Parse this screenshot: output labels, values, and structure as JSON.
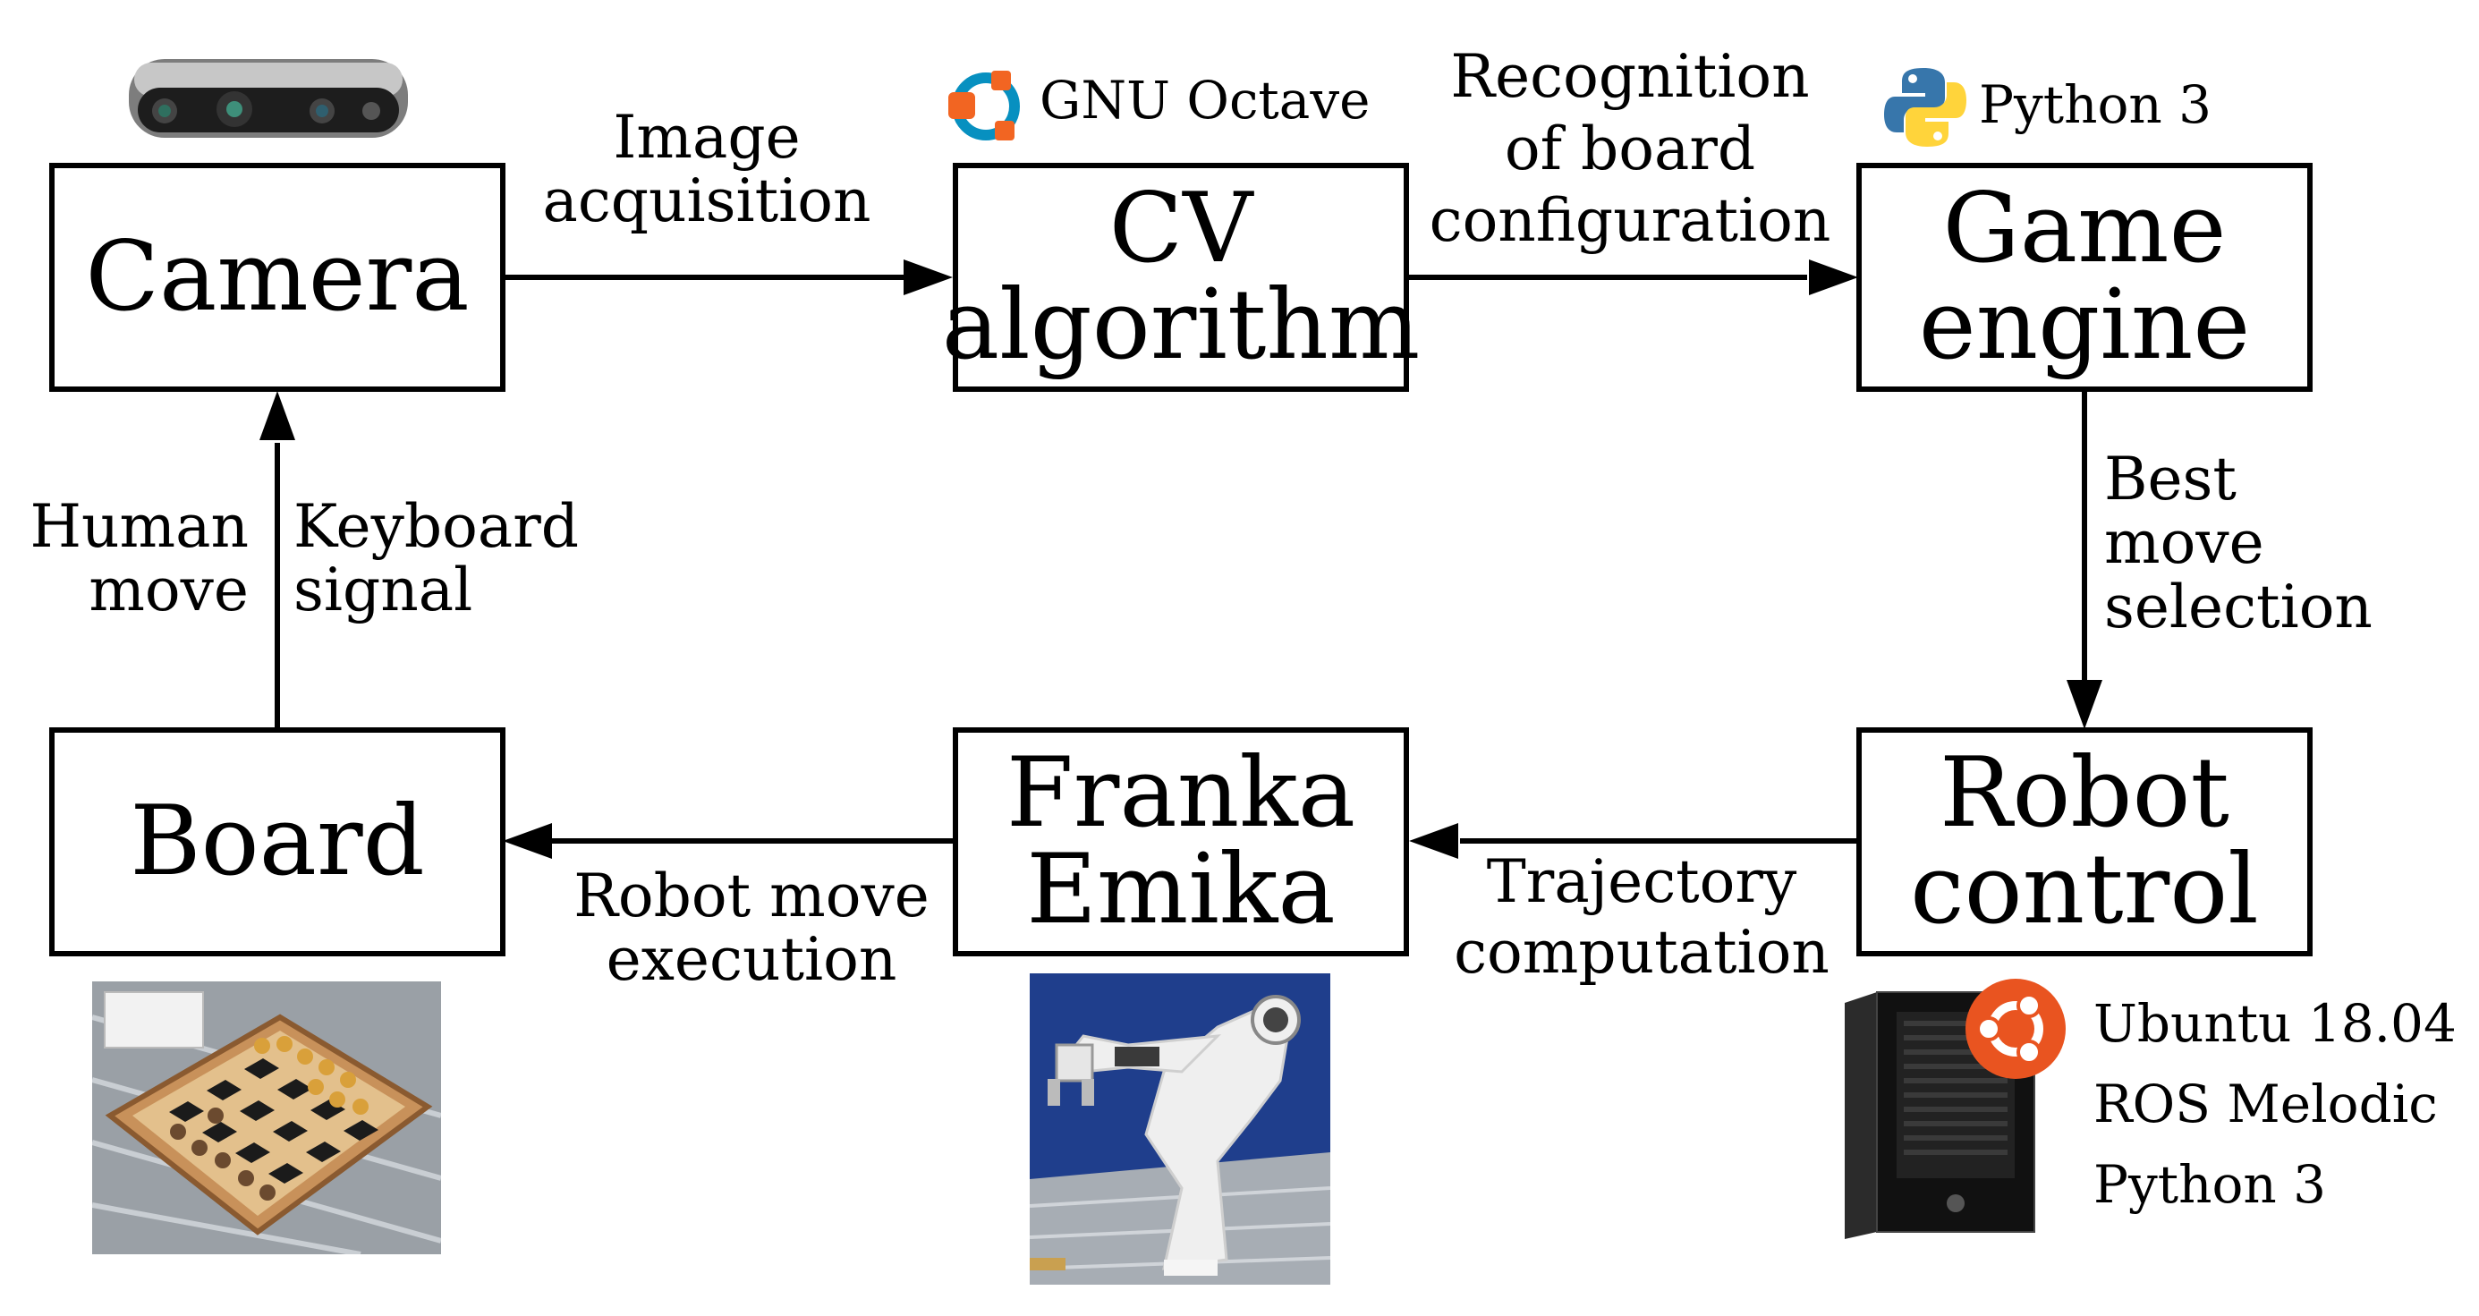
{
  "nodes": {
    "camera": [
      "Camera"
    ],
    "cv": [
      "CV",
      "algorithm"
    ],
    "game": [
      "Game",
      "engine"
    ],
    "board": [
      "Board"
    ],
    "franka": [
      "Franka",
      "Emika"
    ],
    "robot": [
      "Robot",
      "control"
    ]
  },
  "edges": {
    "image_acquisition": [
      "Image",
      "acquisition"
    ],
    "recognition": [
      "Recognition",
      "of board",
      "configuration"
    ],
    "best_move": [
      "Best",
      "move",
      "selection"
    ],
    "trajectory": [
      "Trajectory",
      "computation"
    ],
    "robot_move": [
      "Robot move",
      "execution"
    ],
    "human_move": [
      "Human",
      "move"
    ],
    "keyboard": [
      "Keyboard",
      "signal"
    ]
  },
  "tools": {
    "octave": "GNU Octave",
    "python": "Python 3"
  },
  "pc_specs": [
    "Ubuntu 18.04",
    "ROS Melodic",
    "Python 3"
  ],
  "icons": {
    "camera_device": "depth-camera-icon",
    "octave": "gnu-octave-logo",
    "python": "python-logo",
    "board_photo": "checkers-board-photo",
    "robot_photo": "franka-robot-arm-photo",
    "pc": "desktop-pc-icon",
    "ubuntu": "ubuntu-logo"
  },
  "colors": {
    "octave_orange": "#f26522",
    "octave_blue": "#0790c0",
    "python_blue": "#3776ab",
    "python_yellow": "#ffd43b",
    "ubuntu_orange": "#e95420",
    "robot_backdrop": "#1f3e8c"
  }
}
